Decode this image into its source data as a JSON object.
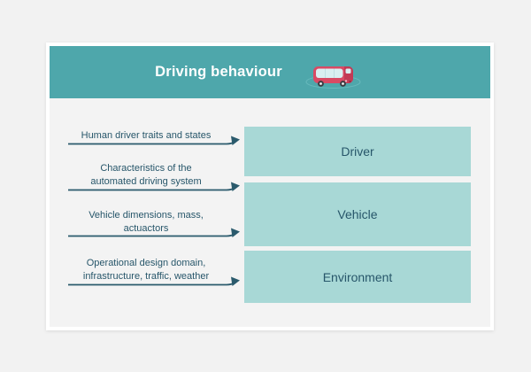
{
  "header": {
    "title": "Driving behaviour",
    "icon": "bus-icon"
  },
  "rows": [
    {
      "lines": [
        "Human driver traits and states"
      ],
      "target": "Driver"
    },
    {
      "lines": [
        "Characteristics of the",
        "automated driving system"
      ],
      "target": "Vehicle"
    },
    {
      "lines": [
        "Vehicle dimensions, mass,",
        "actuactors"
      ],
      "target": "Vehicle"
    },
    {
      "lines": [
        "Operational design domain,",
        "infrastructure, traffic, weather"
      ],
      "target": "Environment"
    }
  ],
  "boxes": [
    {
      "label": "Driver"
    },
    {
      "label": "Vehicle"
    },
    {
      "label": "Environment"
    }
  ],
  "colors": {
    "page_bg": "#F2F2F2",
    "card_bg": "#F3F3F3",
    "card_border": "#FFFFFF",
    "header_bg": "#4EA7AB",
    "title_text": "#FFFFFF",
    "box_bg": "#A8D8D6",
    "dark_text": "#27566A",
    "arrow": "#2A5A6C",
    "bus_body": "#D94A64",
    "bus_front": "#C23A55",
    "bus_window": "#D9EFF1"
  }
}
